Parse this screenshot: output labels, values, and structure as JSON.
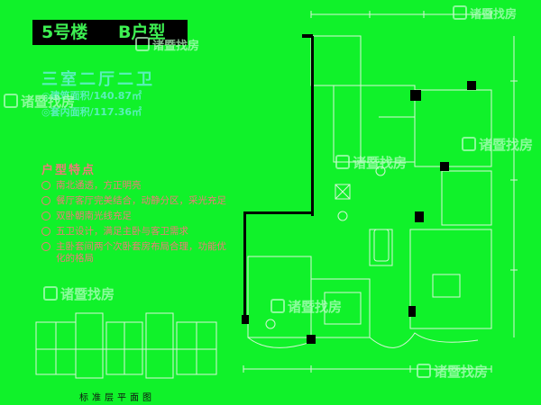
{
  "header": {
    "building": "5号楼",
    "unit_type": "B户型"
  },
  "summary": {
    "layout": "三室二厅二卫",
    "building_area": "◎建筑面积/140.87㎡",
    "inner_area": "◎套内面积/117.36㎡"
  },
  "features": {
    "heading": "户型特点",
    "items": [
      "南北通透，方正明亮",
      "餐厅客厅完美结合，动静分区，采光充足",
      "双卧朝南光线充足",
      "五卫设计，满足主卧与客卫需求",
      "主卧套间两个次卧套房布局合理，功能优化的格局"
    ]
  },
  "floorplan_caption": "标准层平面图",
  "watermarks": [
    "诸暨找房",
    "诸暨找房",
    "诸暨找房",
    "诸暨找房",
    "诸暨找房",
    "诸暨找房",
    "诸暨找房"
  ],
  "colors": {
    "background": "#10f22a",
    "title_bg": "#000000",
    "title_text": "#3df052",
    "plan_line": "#d8f5d8",
    "wall": "#000000",
    "accent_text": "#f07a7a"
  }
}
